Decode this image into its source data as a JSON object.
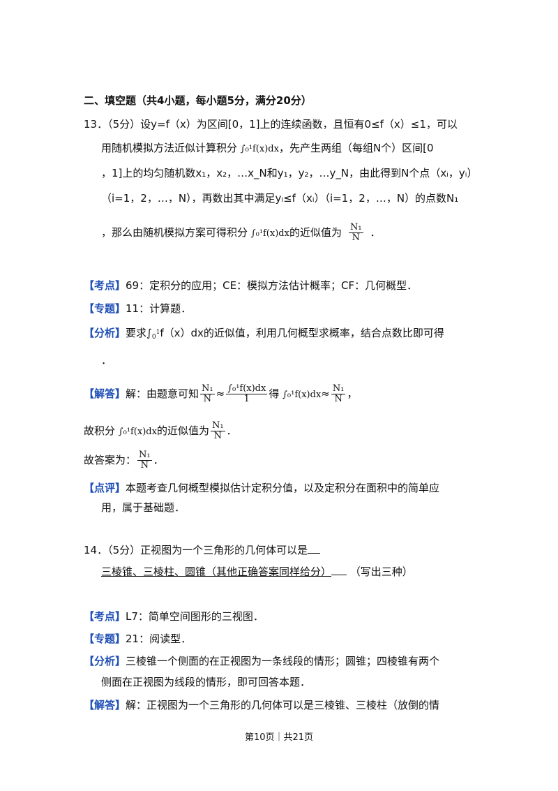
{
  "section_title": "二、填空题（共4小题，每小题5分，满分20分）",
  "q13": {
    "number": "13．",
    "line1": "（5分）设y=f（x）为区间[0，1]上的连续函数，且恒有0≤f（x）≤1，可以",
    "line2a": "用随机模拟方法近似计算积分",
    "line2b": "，先产生两组（每组N个）区间[0",
    "line3": "，1]上的均匀随机数x₁，x₂，…x_N和y₁，y₂，…y_N，由此得到N个点（xᵢ，yᵢ）",
    "line4": "（i=1，2，…，N），再数出其中满足yᵢ≤f（xᵢ）（i=1，2，…，N）的点数N₁",
    "line5a": "，那么由随机模拟方案可得积分",
    "line5b": "的近似值为",
    "integral": "∫₀¹f(x)dx",
    "answer_num": "N₁",
    "answer_den": "N",
    "kaodian_label": "【考点】",
    "kaodian": "69：定积分的应用；CE：模拟方法估计概率；CF：几何概型．",
    "zhuanti_label": "【专题】",
    "zhuanti": "11：计算题．",
    "fenxi_label": "【分析】",
    "fenxi_a": "要求∫",
    "fenxi_b": "f（x）dx的近似值，利用几何概型求概率，结合点数比即可得",
    "fenxi_c": "．",
    "jieda_label": "【解答】",
    "jieda_a": "解：由题意可知",
    "jieda_b": "≈",
    "jieda_c": "得",
    "jieda_d": "≈",
    "jieda_e": "，",
    "jieda_frac2_num": "∫₀¹f(x)dx",
    "jieda_frac2_den": "1",
    "guji_a": "故积分",
    "guji_b": "的近似值为",
    "guji_c": "．",
    "daan_a": "故答案为：",
    "daan_b": "．",
    "dianping_label": "【点评】",
    "dianping_1": "本题考查几何概型模拟估计定积分值，以及定积分在面积中的简单应",
    "dianping_2": "用，属于基础题．"
  },
  "q14": {
    "number": "14．",
    "line1": "（5分）正视图为一个三角形的几何体可以是",
    "answer": "三棱锥、三棱柱、圆锥（其他正确答案同样给分）",
    "line2_tail": "（写出三种）",
    "kaodian_label": "【考点】",
    "kaodian": "L7：简单空间图形的三视图．",
    "zhuanti_label": "【专题】",
    "zhuanti": "21：阅读型．",
    "fenxi_label": "【分析】",
    "fenxi_1": "三棱锥一个侧面的在正视图为一条线段的情形；圆锥；四棱锥有两个",
    "fenxi_2": "侧面在正视图为线段的情形，即可回答本题．",
    "jieda_label": "【解答】",
    "jieda_1": "解：正视图为一个三角形的几何体可以是三棱锥、三棱柱（放倒的情"
  },
  "footer": "第10页｜共21页"
}
